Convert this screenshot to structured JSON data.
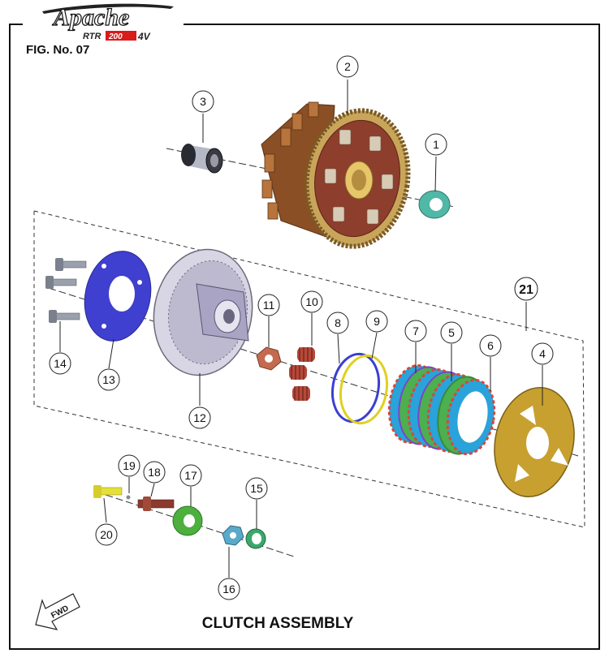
{
  "brand": {
    "logo_text": "Apache",
    "model_prefix": "RTR",
    "model_number": "200",
    "model_suffix": "4V"
  },
  "figure_label": "FIG. No. 07",
  "title": "CLUTCH ASSEMBLY",
  "fwd_label": "FWD",
  "callouts": [
    "1",
    "2",
    "3",
    "4",
    "5",
    "6",
    "7",
    "8",
    "9",
    "10",
    "11",
    "12",
    "13",
    "14",
    "15",
    "16",
    "17",
    "18",
    "19",
    "20",
    "21"
  ],
  "colors": {
    "clutch_housing": "#a0622e",
    "gear_teeth": "#c9a55a",
    "bushing": "#5a5a66",
    "thrust_washer": "#4fb8a6",
    "pressure_plate": "#c8a030",
    "friction_plate_green": "#4caf50",
    "friction_plate_blue": "#29a3d9",
    "friction_pad_red": "#d9463a",
    "plain_plate_purple": "#7b45c8",
    "spring_seat_yellow": "#e0d020",
    "spring_seat_blue": "#3b3fd1",
    "spring": "#b5493a",
    "lock_plate": "#c46a4e",
    "clutch_hub": "#c9c6d8",
    "backing_plate": "#3f3fd0",
    "bolt": "#8a8f9c",
    "lifter_bearing": "#4caf3e",
    "nut": "#5aa9c9",
    "washer_green": "#3aa86a",
    "rod": "#8a3a2e",
    "push_piece": "#e5df3a"
  }
}
